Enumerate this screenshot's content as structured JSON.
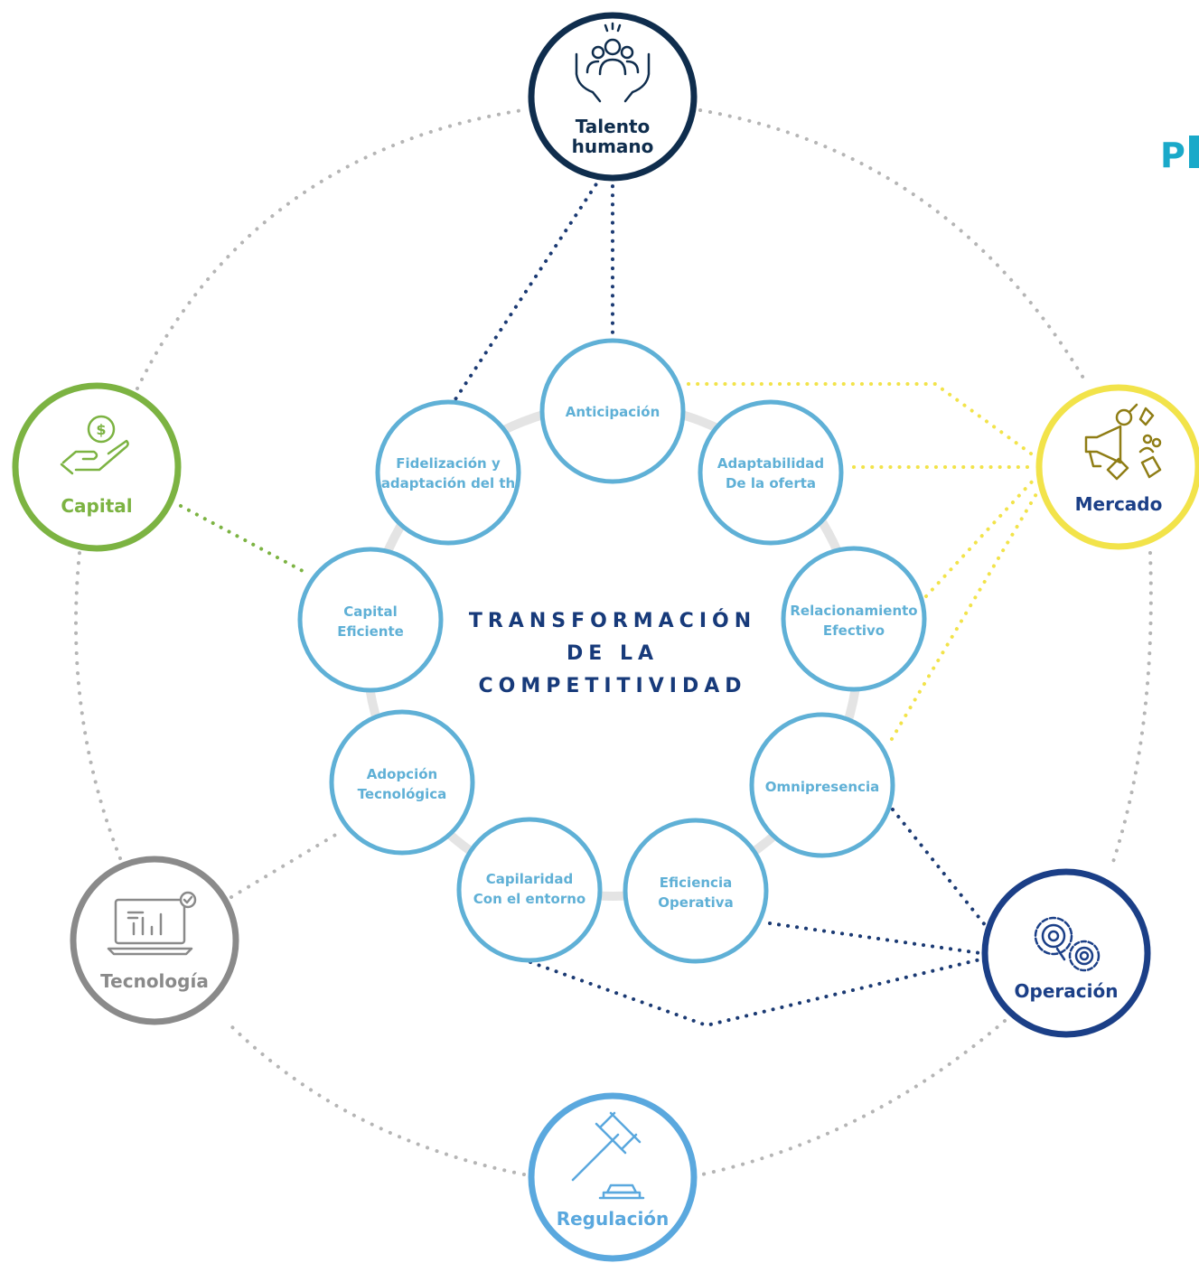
{
  "header_fragment": "P",
  "center_title": {
    "line1": "TRANSFORMACIÓN",
    "line2": "DE LA",
    "line3": "COMPETITIVIDAD"
  },
  "outer_nodes": [
    {
      "id": "talento",
      "lines": [
        "Talento",
        "humano"
      ],
      "color": "#0f2d4d",
      "icon": "people-in-hands-icon"
    },
    {
      "id": "capital",
      "lines": [
        "Capital"
      ],
      "color": "#7cb342",
      "icon": "money-hand-icon"
    },
    {
      "id": "mercado",
      "lines": [
        "Mercado"
      ],
      "color": "#f2e34a",
      "label_color": "#1b3f87",
      "icon": "megaphone-marketing-icon"
    },
    {
      "id": "tecnologia",
      "lines": [
        "Tecnología"
      ],
      "color": "#8a8a8a",
      "icon": "laptop-chart-icon"
    },
    {
      "id": "operacion",
      "lines": [
        "Operación"
      ],
      "color": "#1b3f87",
      "icon": "gears-icon"
    },
    {
      "id": "regulacion",
      "lines": [
        "Regulación"
      ],
      "color": "#5aa8de",
      "icon": "gavel-icon"
    }
  ],
  "inner_nodes": [
    {
      "id": "anticipacion",
      "lines": [
        "Anticipación"
      ]
    },
    {
      "id": "adaptabilidad",
      "lines": [
        "Adaptabilidad",
        "De la oferta"
      ]
    },
    {
      "id": "relacionamiento",
      "lines": [
        "Relacionamiento",
        "Efectivo"
      ]
    },
    {
      "id": "omnipresencia",
      "lines": [
        "Omnipresencia"
      ]
    },
    {
      "id": "eficiencia",
      "lines": [
        "Eficiencia",
        "Operativa"
      ]
    },
    {
      "id": "capilaridad",
      "lines": [
        "Capilaridad",
        "Con el entorno"
      ]
    },
    {
      "id": "adopcion",
      "lines": [
        "Adopción",
        "Tecnológica"
      ]
    },
    {
      "id": "capital-eficiente",
      "lines": [
        "Capital",
        "Eficiente"
      ]
    },
    {
      "id": "fidelizacion",
      "lines": [
        "Fidelización y",
        "adaptación del th"
      ]
    }
  ],
  "colors": {
    "inner_stroke": "#5fb0d6",
    "inner_text": "#5fb0d6",
    "ring": "#e4e4e4",
    "center_text": "#173a7a",
    "dotted_gray": "#b5b5b5",
    "dotted_navy": "#1b3a73",
    "dotted_yellow": "#f2e34a",
    "dotted_green": "#7cb342",
    "header": "#1aa9c9"
  }
}
